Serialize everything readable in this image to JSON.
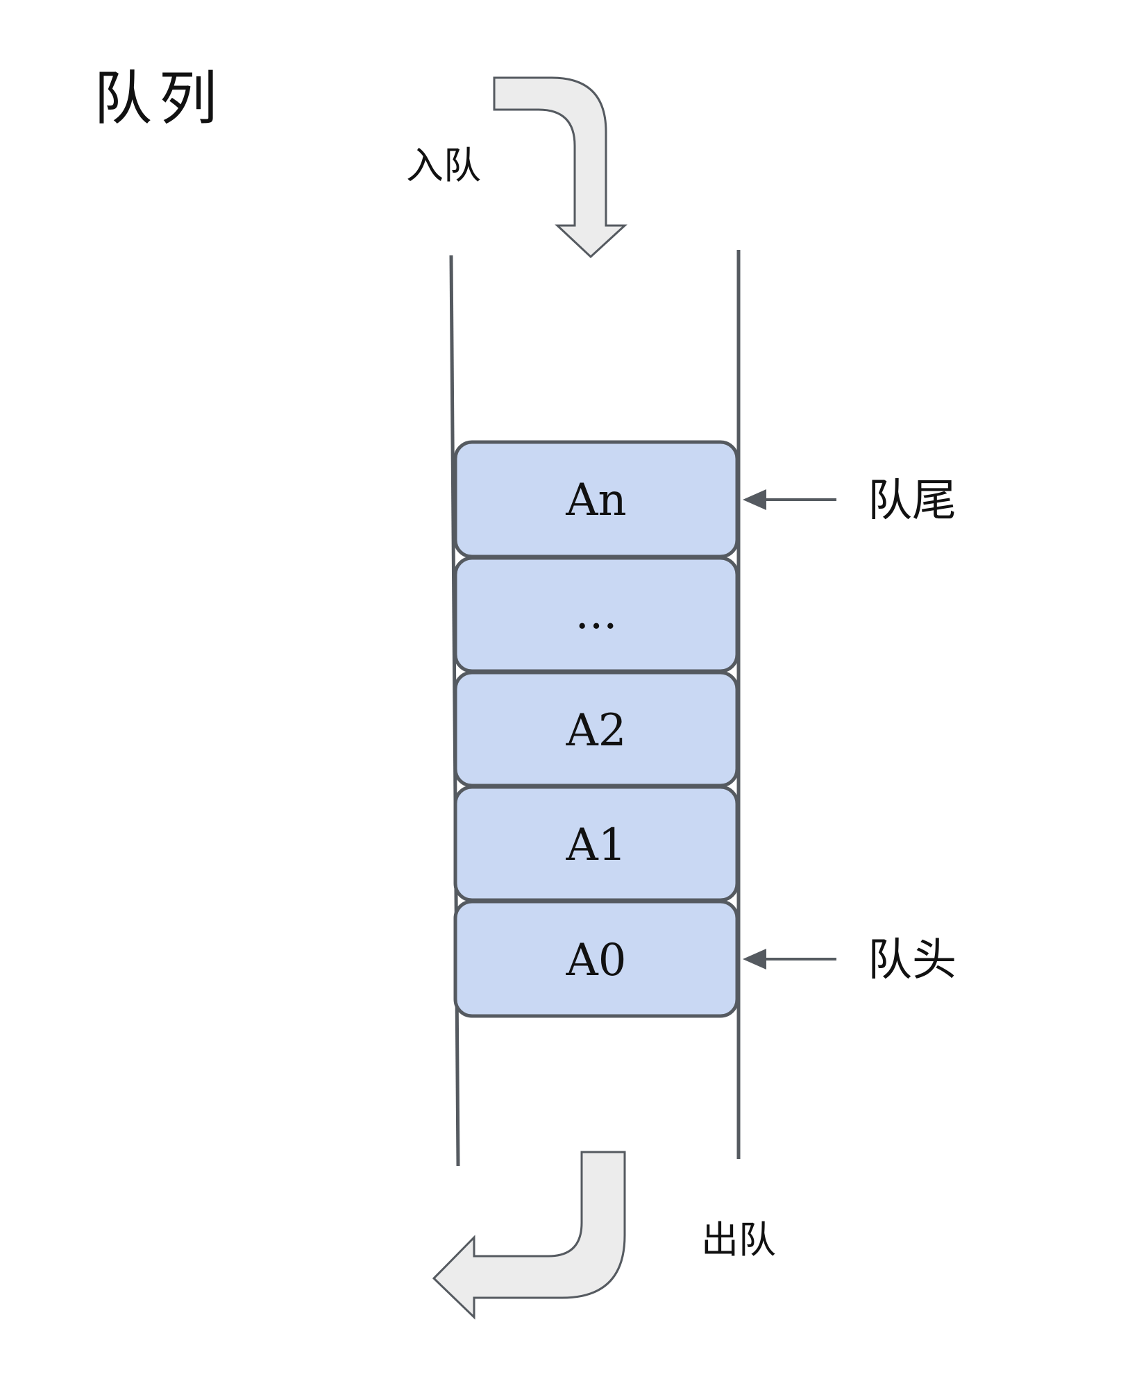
{
  "title": "队列",
  "labels": {
    "enqueue": "入队",
    "dequeue": "出队",
    "tail": "队尾",
    "head": "队头"
  },
  "cells": [
    "An",
    "...",
    "A2",
    "A1",
    "A0"
  ],
  "colors": {
    "cell_fill": "#c9d8f3",
    "cell_stroke": "#555a60",
    "wall": "#555a60",
    "arrow_fill": "#ececec",
    "arrow_stroke": "#555a60",
    "pointer": "#555a60"
  }
}
